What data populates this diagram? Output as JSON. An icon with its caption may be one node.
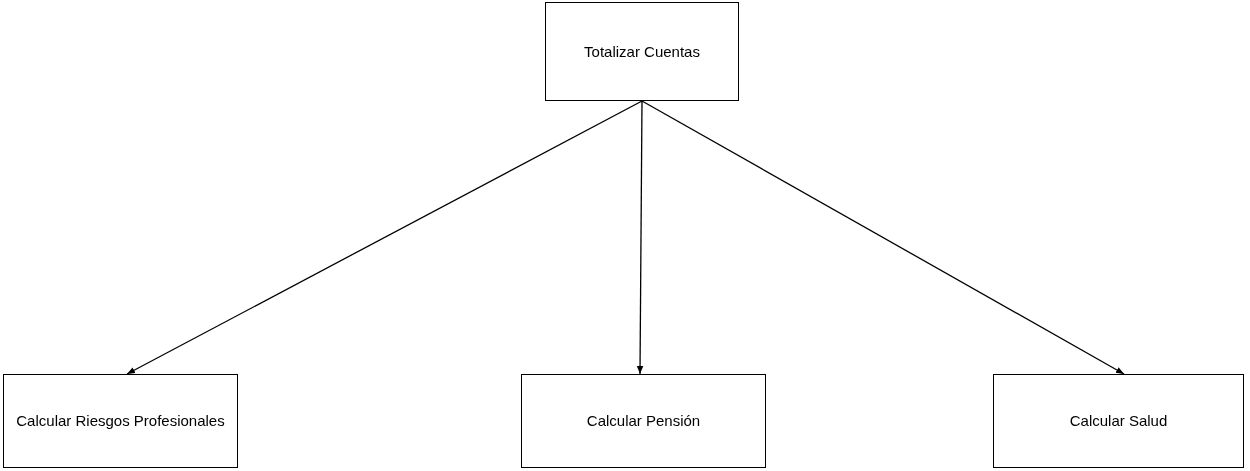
{
  "diagram": {
    "nodes": [
      {
        "text": [
          "Totalizar Cuentas"
        ]
      },
      {
        "text": [
          "Calcular Riesgos Profesionales"
        ]
      },
      {
        "text": [
          "Calcular Pensión"
        ]
      },
      {
        "text": [
          "Calcular Salud"
        ]
      }
    ],
    "edges": [
      {
        "from": 0,
        "to": 1,
        "arrow": "to"
      },
      {
        "from": 0,
        "to": 2,
        "arrow": "to"
      },
      {
        "from": 0,
        "to": 3,
        "arrow": "to"
      }
    ]
  }
}
